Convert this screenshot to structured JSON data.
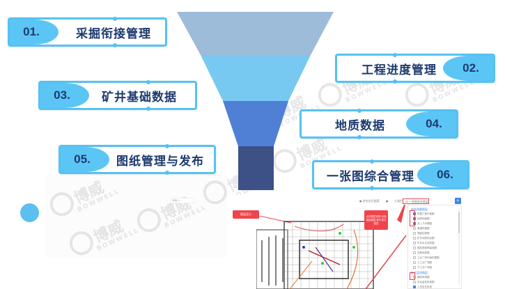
{
  "funnel": {
    "layers": [
      {
        "color": "#9dbcd9",
        "label": "layer-1"
      },
      {
        "color": "#77c9f1",
        "label": "layer-2"
      },
      {
        "color": "#4f80d6",
        "label": "layer-3"
      },
      {
        "color": "#3d5186",
        "label": "layer-4"
      }
    ]
  },
  "cards": [
    {
      "num": "01.",
      "title": "采掘衔接管理",
      "side": "left"
    },
    {
      "num": "02.",
      "title": "工程进度管理",
      "side": "right"
    },
    {
      "num": "03.",
      "title": "矿井基础数据",
      "side": "left"
    },
    {
      "num": "04.",
      "title": "地质数据",
      "side": "right"
    },
    {
      "num": "05.",
      "title": "图纸管理与发布",
      "side": "left"
    },
    {
      "num": "06.",
      "title": "一张图综合管理",
      "side": "right"
    }
  ],
  "watermark": {
    "cn": "博威",
    "en": "BOWWELL"
  },
  "screenshot": {
    "search_placeholder": "请输入...",
    "red_tag_top": "图层显示",
    "red_tag_side": "点击图层选择,勾选相应图层,即可显示图层",
    "toolbar": {
      "item1": "● 地名定位搜索",
      "item2": "●",
      "item3": "工具栏"
    },
    "layer_select": "☰ 一张图综合图层",
    "add_button": "+",
    "layer_groups": [
      {
        "name": "地质测量图层",
        "items": [
          {
            "label": "采掘工程平面图",
            "checked": true
          },
          {
            "label": "地质剖面图",
            "checked": true
          },
          {
            "label": "井上下对照图",
            "checked": true
          },
          {
            "label": "巷道布置图",
            "checked": false
          },
          {
            "label": "储量估算图",
            "checked": false
          },
          {
            "label": "矿井地质综合图",
            "checked": false
          },
          {
            "label": "矿井水文地质图",
            "checked": false
          },
          {
            "label": "煤层底板等高线图",
            "checked": false
          },
          {
            "label": "瓦斯地质图",
            "checked": false
          },
          {
            "label": "工业广场平面布置图",
            "checked": false
          },
          {
            "label": "上工业广场图",
            "checked": false
          },
          {
            "label": "下工业广场图",
            "checked": false
          }
        ]
      },
      {
        "name": "安全监测图层",
        "items": [
          {
            "label": "通风系统图",
            "checked": false
          },
          {
            "label": "安全监控系统图",
            "checked": false
          },
          {
            "label": "人员定位系统",
            "checked": true
          }
        ]
      }
    ]
  }
}
